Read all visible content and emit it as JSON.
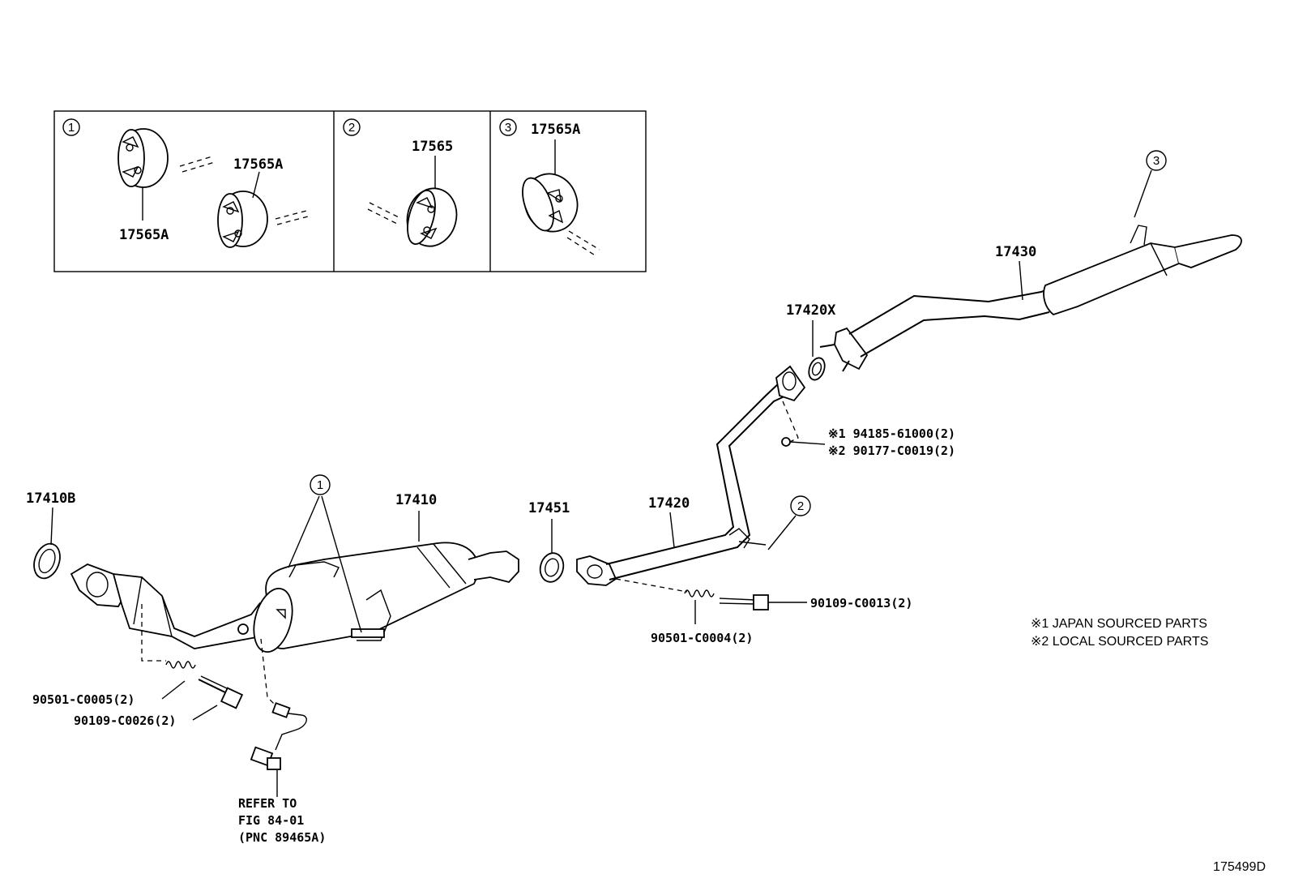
{
  "inset": {
    "panel1": {
      "number": "1",
      "label_top": "17565A",
      "label_bottom": "17565A"
    },
    "panel2": {
      "number": "2",
      "label": "17565"
    },
    "panel3": {
      "number": "3",
      "label": "17565A"
    }
  },
  "callouts": {
    "c1": "1",
    "c2": "2",
    "c3": "3"
  },
  "parts": {
    "p17410B": "17410B",
    "p17410": "17410",
    "p17451": "17451",
    "p17420": "17420",
    "p17420X": "17420X",
    "p17430": "17430",
    "bolt_c0013": "90109-C0013(2)",
    "spring_c0004": "90501-C0004(2)",
    "spring_c0005": "90501-C0005(2)",
    "bolt_c0026": "90109-C0026(2)",
    "nut_japan": "※1 94185-61000(2)",
    "nut_local": "※2 90177-C0019(2)"
  },
  "refer": {
    "line1": "REFER TO",
    "line2": "FIG 84-01",
    "line3": "(PNC 89465A)"
  },
  "legend": {
    "japan": "※1  JAPAN SOURCED PARTS",
    "local": "※2  LOCAL SOURCED PARTS"
  },
  "figure_id": "175499D"
}
